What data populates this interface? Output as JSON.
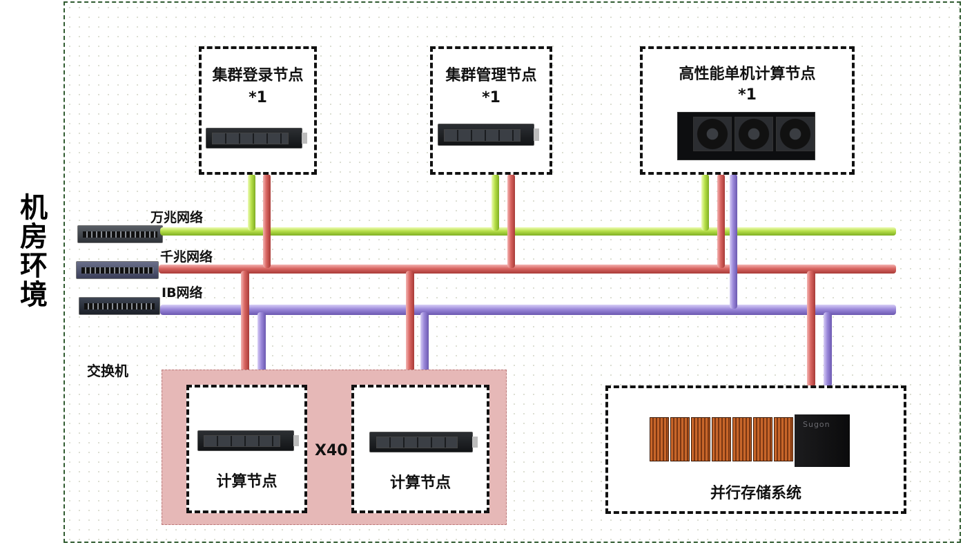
{
  "side_title": "机房环境",
  "networks": {
    "tengig_label": "万兆网络",
    "gig_label": "千兆网络",
    "ib_label": "IB网络",
    "switch_label": "交换机"
  },
  "nodes": {
    "login": {
      "title": "集群登录节点",
      "count": "*1"
    },
    "management": {
      "title": "集群管理节点",
      "count": "*1"
    },
    "hpc": {
      "title": "高性能单机计算节点",
      "count": "*1"
    },
    "compute_a": {
      "title": "计算节点"
    },
    "compute_b": {
      "title": "计算节点"
    },
    "compute_multiplier": "X40",
    "storage": {
      "title": "并行存储系统",
      "brand": "Sugon"
    }
  },
  "colors": {
    "tengig": "#b8e04a",
    "gig": "#d86561",
    "ib": "#9b88da",
    "compute_group_bg": "#e6b8b7",
    "room_border": "#2f5a2f"
  }
}
